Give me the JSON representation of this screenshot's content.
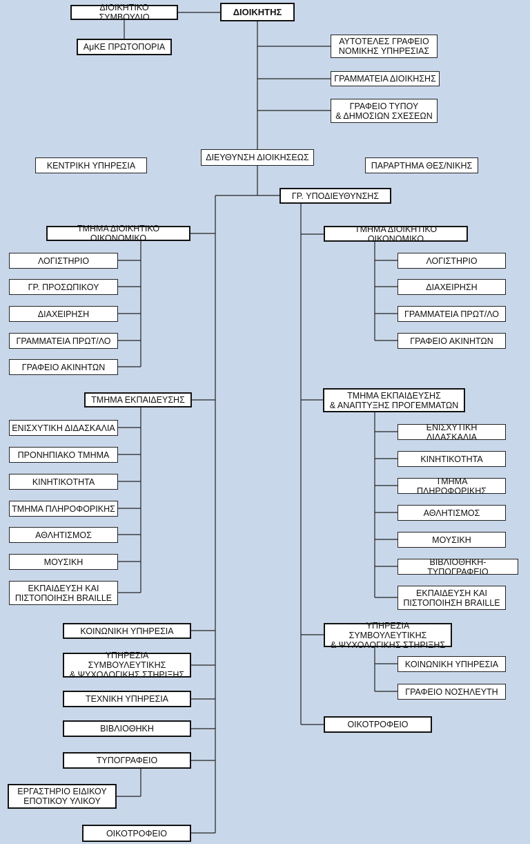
{
  "chart": {
    "director": "ΔΙΟΙΚΗΤΗΣ",
    "board": "ΔΙΟΙΚΗΤΙΚΟ ΣΥΜΒΟΥΛΙΟ",
    "amke": "ΑμΚΕ ΠΡΩΤΟΠΟΡΙΑ",
    "legal": "ΑΥΤΟΤΕΛΕΣ ΓΡΑΦΕΙΟ\nΝΟΜΙΚΗΣ ΥΠΗΡΕΣΙΑΣ",
    "admin_secretariat": "ΓΡΑΜΜΑΤΕΙΑ ΔΙΟΙΚΗΣΗΣ",
    "press": "ΓΡΑΦΕΙΟ ΤΥΠΟΥ\n& ΔΗΜΟΣΙΩΝ ΣΧΕΣΕΩΝ",
    "central_service": "ΚΕΝΤΡΙΚΗ ΥΠΗΡΕΣΙΑ",
    "directorate": "ΔΙΕΥΘΥΝΣΗ ΔΙΟΙΚΗΣΕΩΣ",
    "branch": "ΠΑΡΑΡΤΗΜΑ ΘΕΣ/ΝΙΚΗΣ",
    "vice_office": "ΓΡ. ΥΠΟΔΙΕΥΘΥΝΣΗΣ",
    "left": {
      "admin_dept": "ΤΜΗΜΑ ΔΙΟΙΚΗΤΙΚΟ ΟΙΚΟΝΟΜΙΚΟ",
      "admin_items": [
        "ΛΟΓΙΣΤΗΡΙΟ",
        "ΓΡ. ΠΡΟΣΩΠΙΚΟΥ",
        "ΔΙΑΧΕΙΡΗΣΗ",
        "ΓΡΑΜΜΑΤΕΙΑ ΠΡΩΤ/ΛΟ",
        "ΓΡΑΦΕΙΟ ΑΚΙΝΗΤΩΝ"
      ],
      "edu_dept": "ΤΜΗΜΑ ΕΚΠΑΙΔΕΥΣΗΣ",
      "edu_items": [
        "ΕΝΙΣΧΥΤΙΚΗ ΔΙΔΑΣΚΑΛΙΑ",
        "ΠΡΟΝΗΠΙΑΚΟ ΤΜΗΜΑ",
        "ΚΙΝΗΤΙΚΟΤΗΤΑ",
        "ΤΜΗΜΑ ΠΛΗΡΟΦΟΡΙΚΗΣ",
        "ΑΘΛΗΤΙΣΜΟΣ",
        "ΜΟΥΣΙΚΗ",
        "ΕΚΠΑΙΔΕΥΣΗ ΚΑΙ\nΠΙΣΤΟΠΟΙΗΣΗ BRAILLE"
      ],
      "social": "ΚΟΙΝΩΝΙΚΗ ΥΠΗΡΕΣΙΑ",
      "counseling": "ΥΠΗΡΕΣΙΑ ΣΥΜΒΟΥΛΕΥΤΙΚΗΣ\n& ΨΥΧΟΛΟΓΙΚΗΣ ΣΤΗΡΙΞΗΣ",
      "technical": "ΤΕΧΝΙΚΗ ΥΠΗΡΕΣΙΑ",
      "library": "ΒΙΒΛΙΟΘΗΚΗ",
      "printing": "ΤΥΠΟΓΡΑΦΕΙΟ",
      "workshop": "ΕΡΓΑΣΤΗΡΙΟ ΕΙΔΙΚΟΥ\nΕΠΟΤΙΚΟΥ ΥΛΙΚΟΥ",
      "boarding": "ΟΙΚΟΤΡΟΦΕΙΟ"
    },
    "right": {
      "admin_dept": "ΤΜΗΜΑ ΔΙΟΙΚΗΤΙΚΟ ΟΙΚΟΝΟΜΙΚΟ",
      "admin_items": [
        "ΛΟΓΙΣΤΗΡΙΟ",
        "ΔΙΑΧΕΙΡΗΣΗ",
        "ΓΡΑΜΜΑΤΕΙΑ ΠΡΩΤ/ΛΟ",
        "ΓΡΑΦΕΙΟ ΑΚΙΝΗΤΩΝ"
      ],
      "edu_dept": "ΤΜΗΜΑ ΕΚΠΑΙΔΕΥΣΗΣ\n& ΑΝΑΠΤΥΞΗΣ ΠΡΟΓΕΜΜΑΤΩΝ",
      "edu_items": [
        "ΕΝΙΣΧΥΤΙΚΗ ΔΙΔΑΣΚΑΛΙΑ",
        "ΚΙΝΗΤΙΚΟΤΗΤΑ",
        "ΤΜΗΜΑ ΠΛΗΡΟΦΟΡΙΚΗΣ",
        "ΑΘΛΗΤΙΣΜΟΣ",
        "ΜΟΥΣΙΚΗ",
        "ΒΙΒΛΙΟΘΗΚΗ-ΤΥΠΟΓΡΑΦΕΙΟ",
        "ΕΚΠΑΙΔΕΥΣΗ ΚΑΙ\nΠΙΣΤΟΠΟΙΗΣΗ BRAILLE"
      ],
      "counseling": "ΥΠΗΡΕΣΙΑ ΣΥΜΒΟΥΛΕΥΤΙΚΗΣ\n& ΨΥΧΟΛΟΓΙΚΗΣ ΣΤΗΡΙΞΗΣ",
      "counseling_items": [
        "ΚΟΙΝΩΝΙΚΗ ΥΠΗΡΕΣΙΑ",
        "ΓΡΑΦΕΙΟ ΝΟΣΗΛΕΥΤΗ"
      ],
      "boarding": "ΟΙΚΟΤΡΟΦΕΙΟ"
    }
  }
}
